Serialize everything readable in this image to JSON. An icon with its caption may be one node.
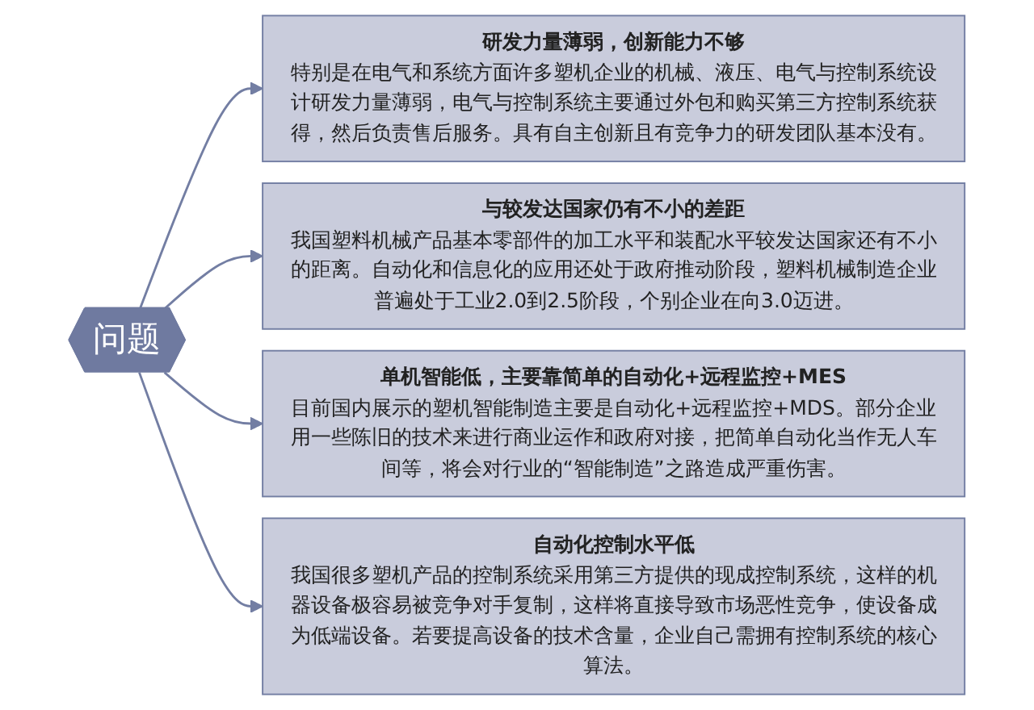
{
  "diagram": {
    "nodes": [
      {
        "text": [
          "问题"
        ]
      },
      {
        "text": [
          "研发力量薄弱，创新能力不够",
          "特别是在电气和系统方面许多塑机企业的机械、液压、电气与控制系统设计研发力量薄弱，电气与控制系统主要通过外包和购买第三方控制系统获得，然后负责售后服务。具有自主创新且有竞争力的研发团队基本没有。"
        ]
      },
      {
        "text": [
          "与较发达国家仍有不小的差距",
          "我国塑料机械产品基本零部件的加工水平和装配水平较发达国家还有不小的距离。自动化和信息化的应用还处于政府推动阶段，塑料机械制造企业普遍处于工业2.0到2.5阶段，个别企业在向3.0迈进。"
        ]
      },
      {
        "text": [
          "单机智能低，主要靠简单的自动化+远程监控+MES",
          "目前国内展示的塑机智能制造主要是自动化+远程监控+MDS。部分企业用一些陈旧的技术来进行商业运作和政府对接，把简单自动化当作无人车间等，将会对行业的“智能制造”之路造成严重伤害。"
        ]
      },
      {
        "text": [
          "自动化控制水平低",
          "我国很多塑机产品的控制系统采用第三方提供的现成控制系统，这样的机器设备极容易被竞争对手复制，这样将直接导致市场恶性竞争，使设备成为低端设备。若要提高设备的技术含量，企业自己需拥有控制系统的核心算法。"
        ]
      }
    ],
    "edges": [
      {
        "from": 0,
        "to": 1,
        "arrow": "to"
      },
      {
        "from": 0,
        "to": 2,
        "arrow": "to"
      },
      {
        "from": 0,
        "to": 3,
        "arrow": "to"
      },
      {
        "from": 0,
        "to": 4,
        "arrow": "to"
      }
    ]
  }
}
